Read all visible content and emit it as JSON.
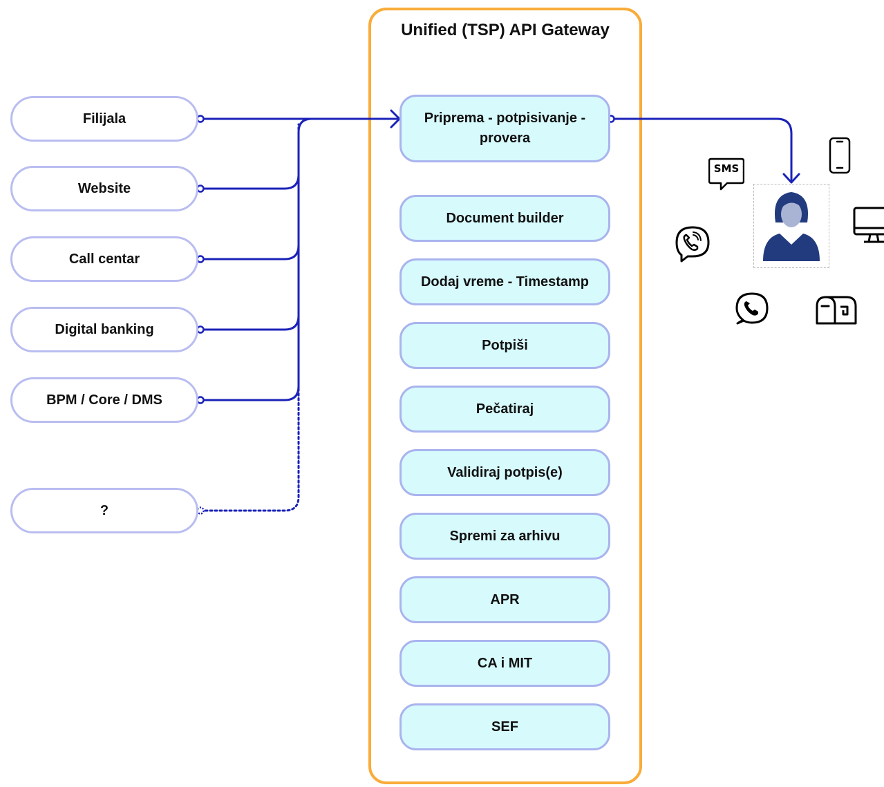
{
  "gateway": {
    "title": "Unified (TSP) API Gateway"
  },
  "sources": [
    {
      "label": "Filijala"
    },
    {
      "label": "Website"
    },
    {
      "label": "Call centar"
    },
    {
      "label": "Digital banking"
    },
    {
      "label": "BPM / Core / DMS"
    },
    {
      "label": "?"
    }
  ],
  "services": [
    {
      "label": "Priprema - potpisivanje - provera"
    },
    {
      "label": "Document builder"
    },
    {
      "label": "Dodaj vreme - Timestamp"
    },
    {
      "label": "Potpiši"
    },
    {
      "label": "Pečatiraj"
    },
    {
      "label": "Validiraj potpis(e)"
    },
    {
      "label": "Spremi za arhivu"
    },
    {
      "label": "APR"
    },
    {
      "label": "CA i MIT"
    },
    {
      "label": "SEF"
    }
  ],
  "channels": {
    "sms_label": "SMS",
    "icons": [
      "sms-icon",
      "mobile-phone-icon",
      "viber-icon",
      "desktop-monitor-icon",
      "whatsapp-icon",
      "mailbox-icon"
    ]
  },
  "user": {
    "icon": "user-avatar-icon"
  },
  "colors": {
    "connector": "#1b22b8",
    "gateway_border": "#f9ac3a",
    "source_border": "#b9bdf0",
    "service_fill": "#d7fafd",
    "service_border": "#a9b4ee",
    "avatar": "#223b7e",
    "avatar_face": "#a9b3d4"
  }
}
